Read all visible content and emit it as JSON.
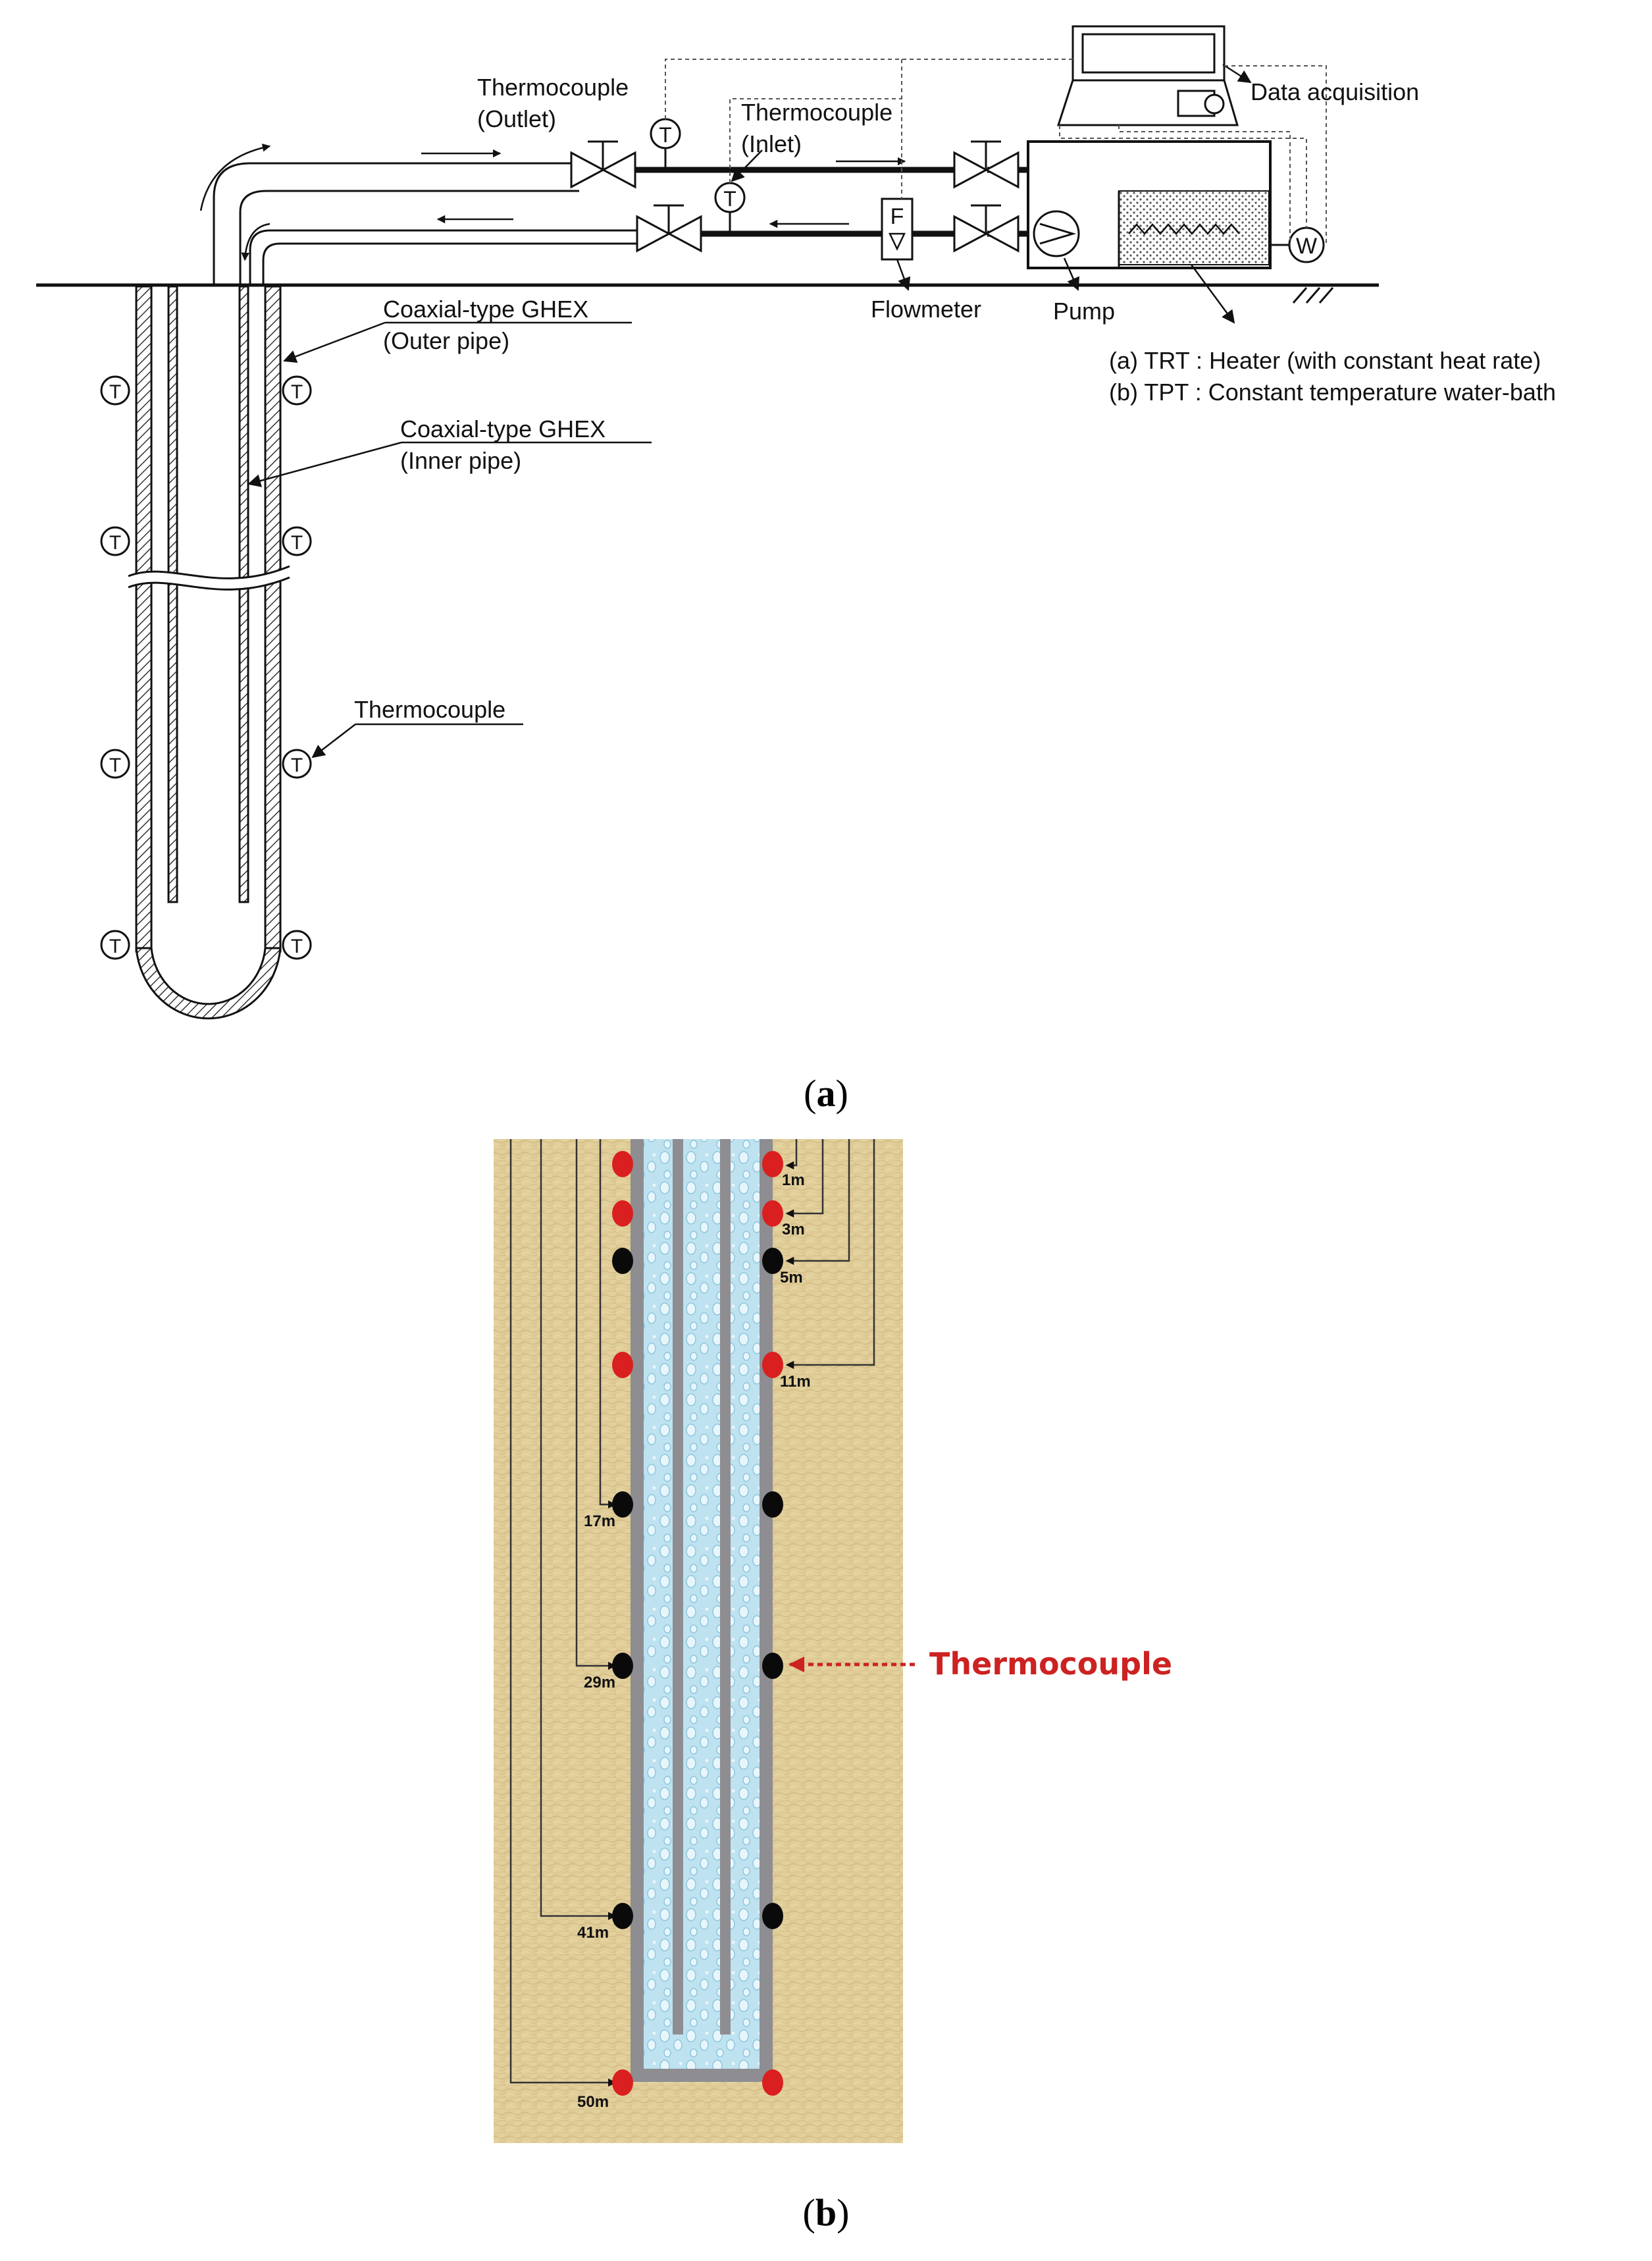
{
  "panel_a": {
    "labels": {
      "tc_outlet_1": "Thermocouple",
      "tc_outlet_2": "(Outlet)",
      "tc_inlet_1": "Thermocouple",
      "tc_inlet_2": "(Inlet)",
      "data_acq": "Data acquisition",
      "flowmeter": "Flowmeter",
      "pump": "Pump",
      "flow_f": "F",
      "watt": "W",
      "outer_1": "Coaxial-type GHEX",
      "outer_2": "(Outer pipe)",
      "inner_1": "Coaxial-type GHEX",
      "inner_2": "(Inner pipe)",
      "thermocouple": "Thermocouple",
      "note_a": "(a)   TRT : Heater (with constant heat rate)",
      "note_b": "(b)   TPT : Constant temperature water-bath",
      "t_symbol": "T"
    },
    "caption_letter": "a"
  },
  "panel_b": {
    "depths": [
      "1m",
      "3m",
      "5m",
      "11m",
      "17m",
      "29m",
      "41m",
      "50m"
    ],
    "sensor_colors": {
      "red": "#d91f1f",
      "black": "#0a0a0a"
    },
    "thermocouple_label": "Thermocouple",
    "caption_letter": "b"
  }
}
